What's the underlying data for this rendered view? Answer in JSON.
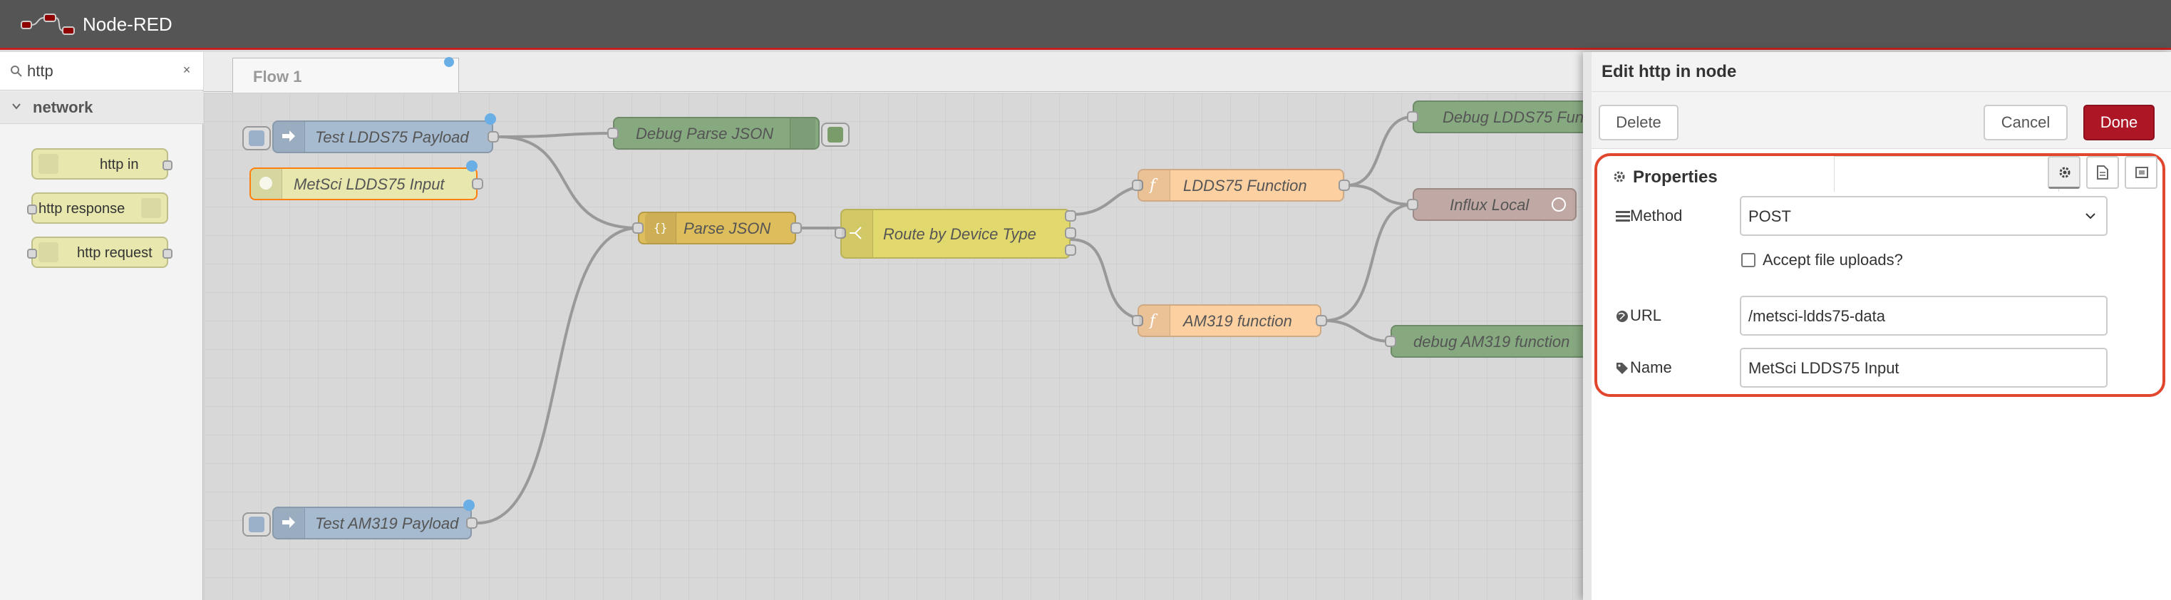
{
  "header": {
    "app_title": "Node-RED"
  },
  "palette": {
    "search": {
      "value": "http",
      "clear_label": "×"
    },
    "category": {
      "label": "network"
    },
    "nodes": [
      {
        "label": "http in"
      },
      {
        "label": "http response"
      },
      {
        "label": "http request"
      }
    ]
  },
  "workspace": {
    "tab_label": "Flow 1",
    "nodes": {
      "test_ldds75": "Test LDDS75 Payload",
      "metsci_input": "MetSci LDDS75 Input",
      "test_am319": "Test AM319 Payload",
      "debug_parse": "Debug Parse JSON",
      "parse_json": "Parse JSON",
      "route": "Route by Device Type",
      "ldds75_function": "LDDS75 Function",
      "am319_function": "AM319 function",
      "debug_ldds75": "Debug LDDS75 Fun",
      "influx_local": "Influx Local",
      "debug_am319": "debug AM319 function"
    }
  },
  "editor": {
    "title": "Edit http in node",
    "delete_label": "Delete",
    "cancel_label": "Cancel",
    "done_label": "Done",
    "properties_label": "Properties",
    "method": {
      "label": "Method",
      "value": "POST"
    },
    "file_uploads_label": "Accept file uploads?",
    "url": {
      "label": "URL",
      "value": "/metsci-ldds75-data"
    },
    "name": {
      "label": "Name",
      "value": "MetSci LDDS75 Input"
    }
  },
  "colors": {
    "header": "#555555",
    "accent_red": "#ad1625",
    "highlight_outline": "#e0472e",
    "inject_node": "#a6bbcf",
    "function_node": "#fdd0a2",
    "debug_node": "#87a980",
    "switch_node": "#e2d96e",
    "json_node": "#debd5c",
    "influx_node": "#c0a9a4",
    "http_node": "#e7e7ae",
    "changed_dot": "#6aaee6"
  }
}
